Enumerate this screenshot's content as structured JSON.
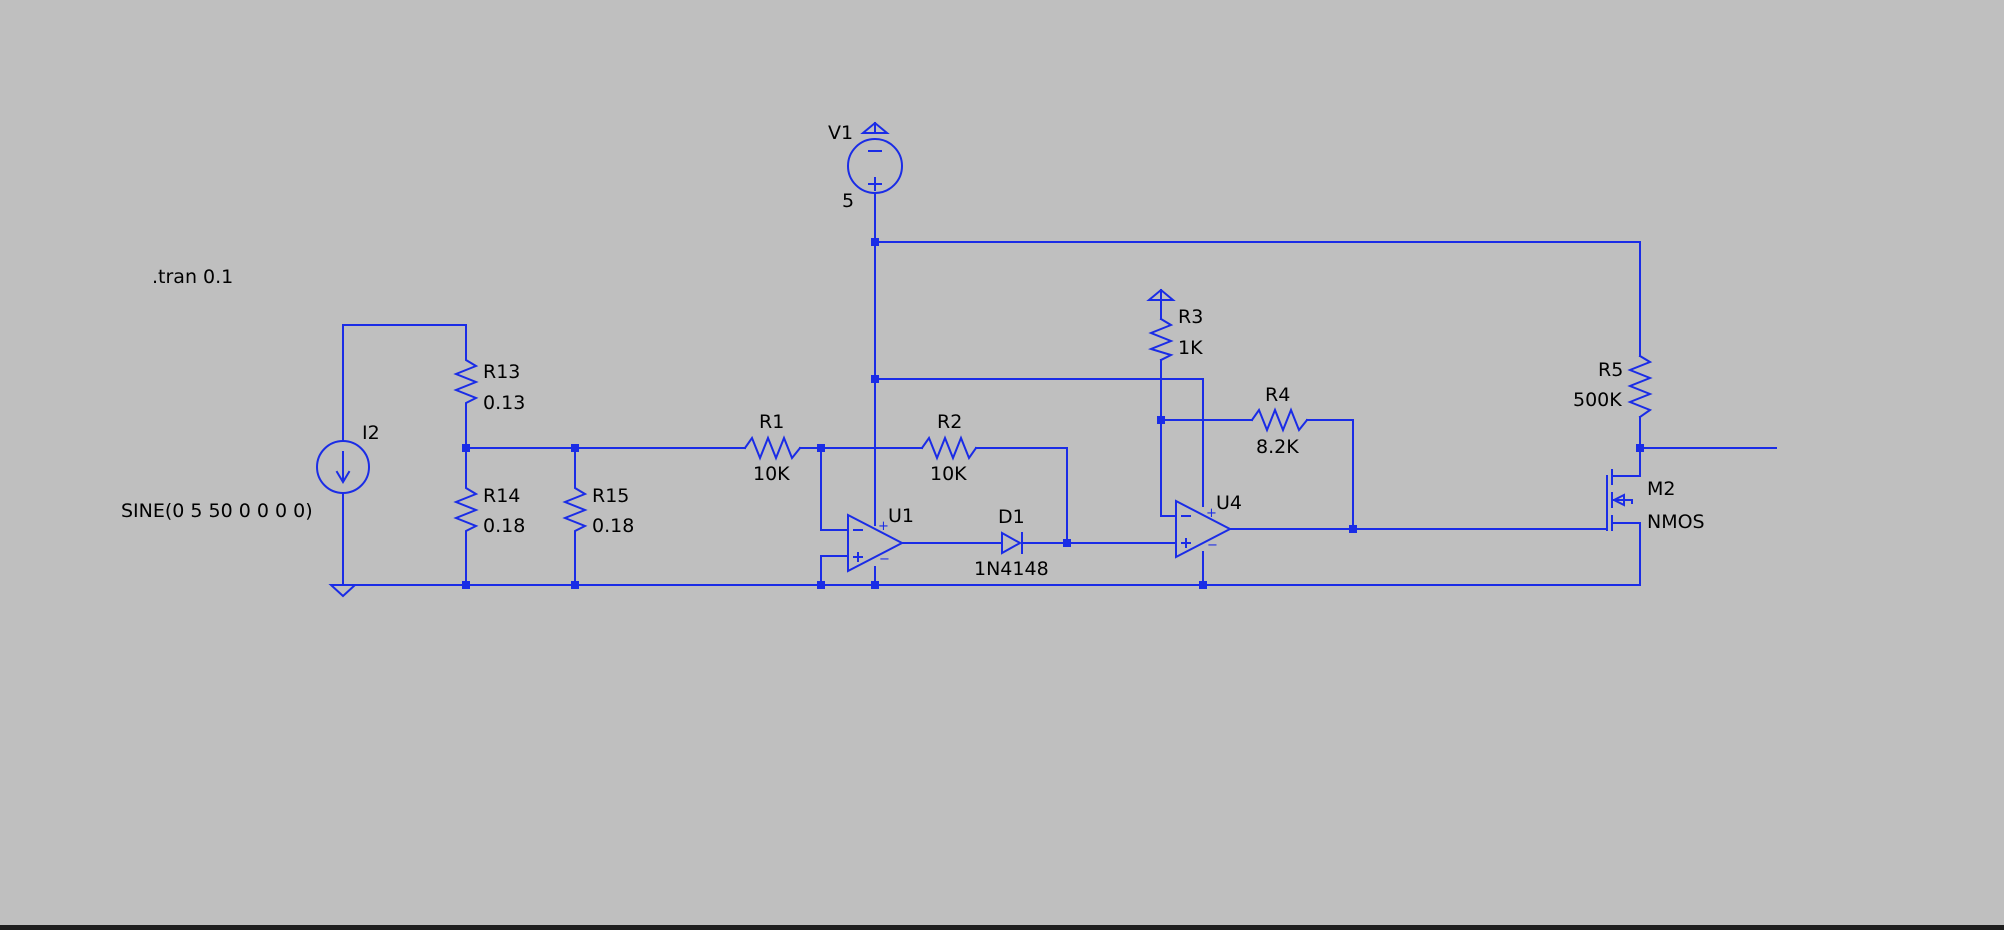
{
  "directive": ".tran 0.1",
  "components": {
    "V1": {
      "ref": "V1",
      "value": "5"
    },
    "I2": {
      "ref": "I2",
      "value": "SINE(0 5 50 0 0 0 0)"
    },
    "R13": {
      "ref": "R13",
      "value": "0.13"
    },
    "R14": {
      "ref": "R14",
      "value": "0.18"
    },
    "R15": {
      "ref": "R15",
      "value": "0.18"
    },
    "R1": {
      "ref": "R1",
      "value": "10K"
    },
    "R2": {
      "ref": "R2",
      "value": "10K"
    },
    "R3": {
      "ref": "R3",
      "value": "1K"
    },
    "R4": {
      "ref": "R4",
      "value": "8.2K"
    },
    "R5": {
      "ref": "R5",
      "value": "500K"
    },
    "U1": {
      "ref": "U1"
    },
    "U4": {
      "ref": "U4"
    },
    "D1": {
      "ref": "D1",
      "value": "1N4148"
    },
    "M2": {
      "ref": "M2",
      "value": "NMOS"
    }
  },
  "colors": {
    "wire": "#1a2ce6",
    "background": "#bfbfbf",
    "text": "#000000"
  }
}
